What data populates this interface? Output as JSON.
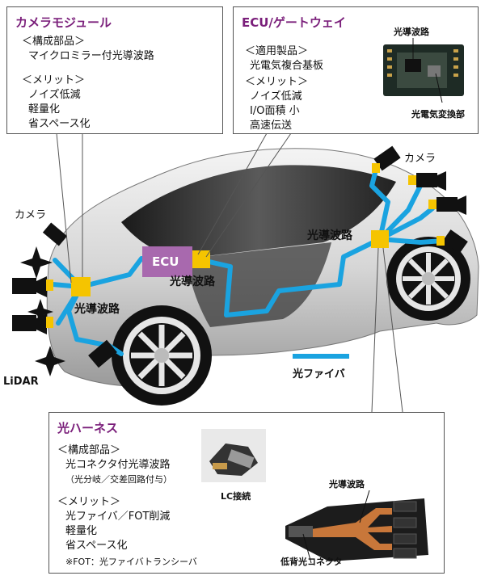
{
  "camera_module": {
    "title": "カメラモジュール",
    "lines": [
      "＜構成部品＞",
      "マイクロミラー付光導波路",
      "＜メリット＞",
      "ノイズ低減",
      "軽量化",
      "省スペース化"
    ]
  },
  "ecu_gateway": {
    "title": "ECU/ゲートウェイ",
    "lines": [
      "＜適用製品＞",
      "光電気複合基板",
      "＜メリット＞",
      "ノイズ低減",
      "I/O面積 小",
      "高速伝送"
    ],
    "photo_labels": [
      "光導波路",
      "光電気変換部"
    ]
  },
  "harness": {
    "title": "光ハーネス",
    "lines": [
      "＜構成部品＞",
      "光コネクタ付光導波路",
      "（光分岐／交差回路付与）",
      "＜メリット＞",
      "光ファイバ／FOT削減",
      "軽量化",
      "省スペース化",
      "※FOT：光ファイバトランシーバ"
    ],
    "photo_labels": [
      "LC接続",
      "光導波路",
      "低背光コネクタ"
    ]
  },
  "car_labels": {
    "camera_left": "カメラ",
    "camera_right": "カメラ",
    "lidar": "LiDAR",
    "ecu": "ECU",
    "waveguide_front": "光導波路",
    "waveguide_ecu": "光導波路",
    "waveguide_rear": "光導波路",
    "fiber_legend": "光ファイバ"
  },
  "colors": {
    "fiber": "#1aa3e0",
    "node": "#f5c400",
    "ecu": "#a869ae",
    "title": "#7a1e7a"
  }
}
